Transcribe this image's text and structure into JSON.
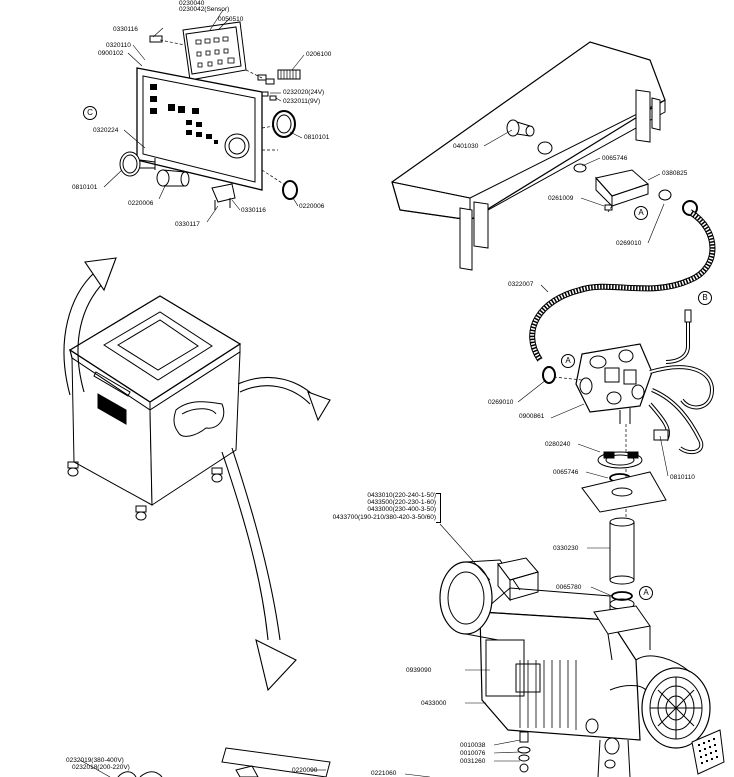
{
  "labels": {
    "l_0230040": "0230040",
    "l_0230042": "0230042(Sensor)",
    "l_0050510": "0050510",
    "l_0330116_top": "0330116",
    "l_0320110": "0320110",
    "l_0900102": "0900102",
    "l_0206100": "0206100",
    "l_0232020": "0232020(24V)",
    "l_0232011": "0232011(9V)",
    "l_0320224": "0320224",
    "l_0810101_right": "0810101",
    "l_0810101_left": "0810101",
    "l_0220006_mid": "0220006",
    "l_0220006_right": "0220006",
    "l_0330117": "0330117",
    "l_0330116_bot": "0330116",
    "l_0401030": "0401030",
    "l_0065746_top": "0065746",
    "l_0380825": "0380825",
    "l_0261009": "0261009",
    "l_0269010_right": "0269010",
    "l_0322007": "0322007",
    "l_0269010_left": "0269010",
    "l_0900861": "0900861",
    "l_0280240": "0280240",
    "l_0065746_mid": "0065746",
    "l_0810110": "0810110",
    "l_pump1": "0433010(220-240-1-50)",
    "l_pump2": "0433500(220-230-1-60)",
    "l_pump3": "0433000(230-400-3-50)",
    "l_pump4": "0433700(190-210/380-420-3-50/60)",
    "l_0330230": "0330230",
    "l_0065780": "0065780",
    "l_0939090": "0939090",
    "l_0433000": "0433000",
    "l_0010038": "0010038",
    "l_0010076": "0010076",
    "l_0031260": "0031260",
    "l_0232019": "0232019(380-400V)",
    "l_0232018": "0232018(200-220V)",
    "l_0220090": "0220090",
    "l_0221060": "0221060"
  },
  "markers": {
    "c": "C",
    "a1": "A",
    "a2": "A",
    "a3": "A",
    "b": "B"
  }
}
